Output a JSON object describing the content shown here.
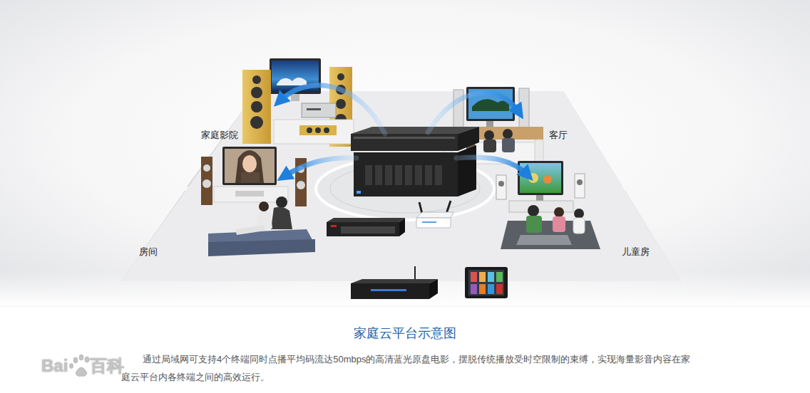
{
  "diagram": {
    "title": "家庭云平台示意图",
    "caption": "通过局域网可支持4个终端同时点播平均码流达50mbps的高清蓝光原盘电影，摆脱传统播放受时空限制的束缚，实现海量影音内容在家庭云平台内各终端之间的高效运行。",
    "nodes": [
      {
        "text": [
          "家庭影院"
        ]
      },
      {
        "text": [
          "客厅"
        ]
      },
      {
        "text": [
          "房间"
        ]
      },
      {
        "text": [
          "儿童房"
        ]
      }
    ],
    "labels": [
      "Bai",
      "百科"
    ]
  }
}
